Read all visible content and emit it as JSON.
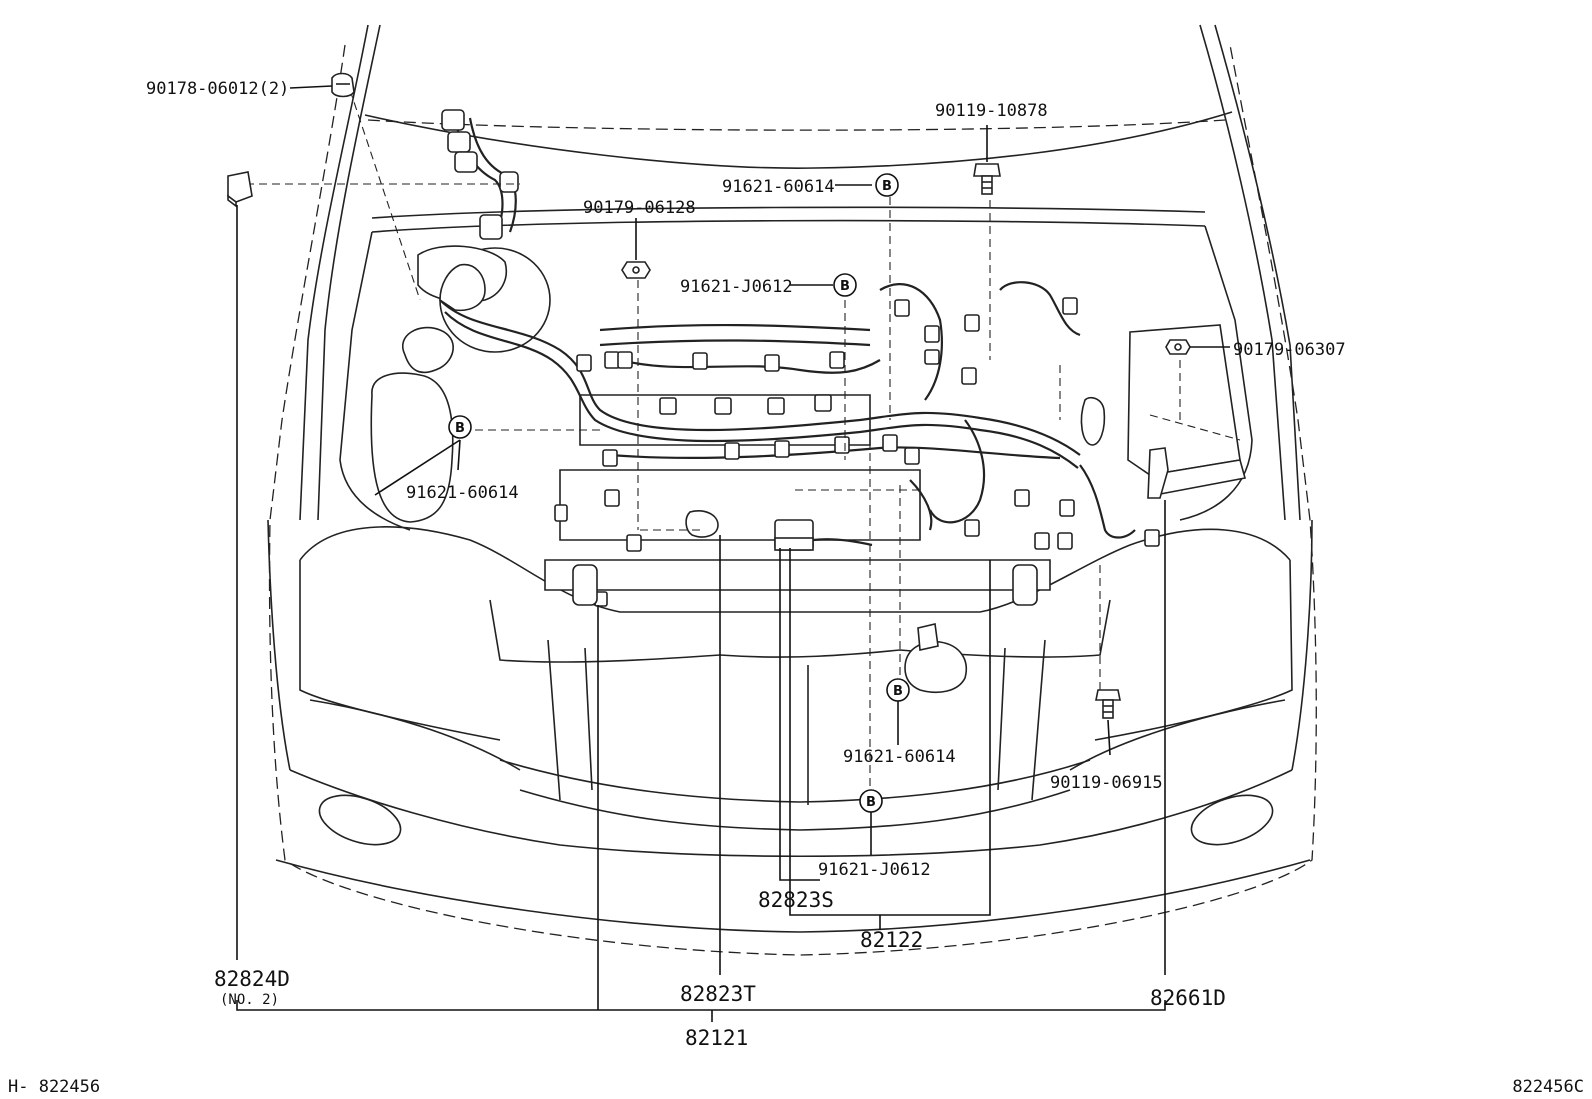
{
  "diagram": {
    "parts": [
      {
        "id": "p1",
        "label": "90178-06012(2)"
      },
      {
        "id": "p2",
        "label": "90119-10878"
      },
      {
        "id": "p3",
        "label": "91621-60614"
      },
      {
        "id": "p4",
        "label": "90179-06128"
      },
      {
        "id": "p5",
        "label": "91621-J0612"
      },
      {
        "id": "p6",
        "label": "90179-06307"
      },
      {
        "id": "p7",
        "label": "91621-60614"
      },
      {
        "id": "p8",
        "label": "91621-60614"
      },
      {
        "id": "p9",
        "label": "90119-06915"
      },
      {
        "id": "p10",
        "label": "91621-J0612"
      },
      {
        "id": "p11",
        "label": "82823S"
      },
      {
        "id": "p12",
        "label": "82122"
      },
      {
        "id": "p13",
        "label": "82824D"
      },
      {
        "id": "p14",
        "label": "(NO. 2)"
      },
      {
        "id": "p15",
        "label": "82823T"
      },
      {
        "id": "p16",
        "label": "82661D"
      },
      {
        "id": "p17",
        "label": "82121"
      }
    ],
    "mark_letter": "B",
    "footer_left": "H- 822456",
    "footer_right": "822456C"
  }
}
